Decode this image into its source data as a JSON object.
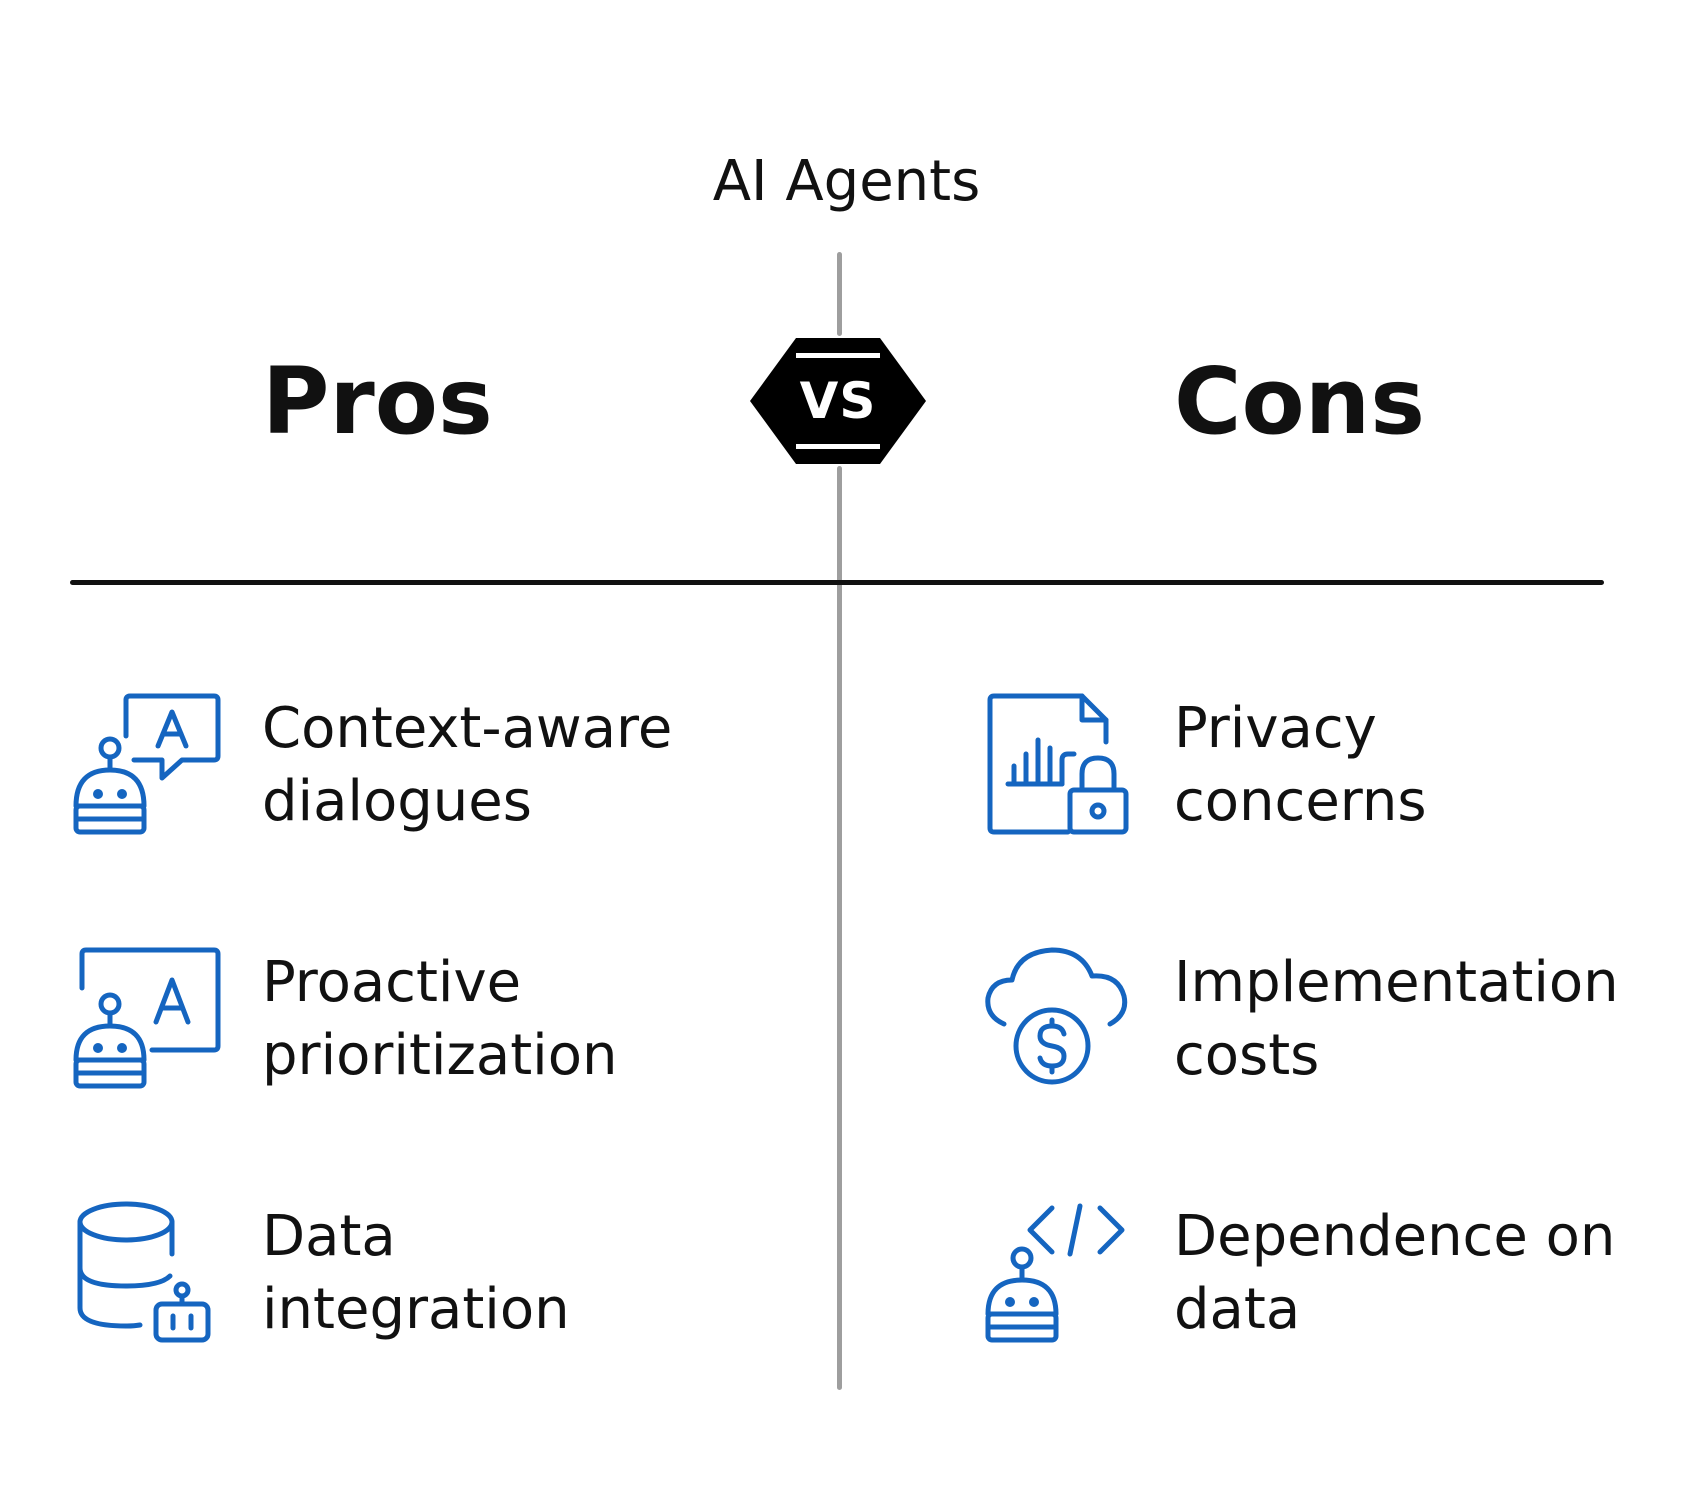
{
  "title": "AI Agents",
  "vs_label": "VS",
  "pros": {
    "heading": "Pros",
    "items": [
      {
        "line1": "Context-aware",
        "line2": "dialogues",
        "icon": "robot-chat-icon"
      },
      {
        "line1": "Proactive",
        "line2": "prioritization",
        "icon": "robot-board-icon"
      },
      {
        "line1": "Data",
        "line2": "integration",
        "icon": "database-robot-icon"
      }
    ]
  },
  "cons": {
    "heading": "Cons",
    "items": [
      {
        "line1": "Privacy",
        "line2": "concerns",
        "icon": "document-lock-icon"
      },
      {
        "line1": "Implementation",
        "line2": "costs",
        "icon": "cloud-dollar-icon"
      },
      {
        "line1": "Dependence on",
        "line2": "data",
        "icon": "robot-code-icon"
      }
    ]
  },
  "colors": {
    "icon_blue": "#1565c0",
    "text": "#111111",
    "divider_gray": "#9e9e9e",
    "badge_black": "#000000"
  }
}
